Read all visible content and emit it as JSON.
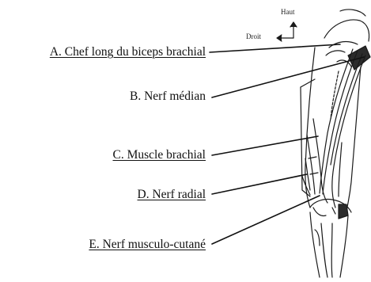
{
  "labels": {
    "a": "A. Chef long du biceps brachial",
    "b": "B. Nerf médian",
    "c": "C. Muscle brachial",
    "d": "D. Nerf radial",
    "e": "E. Nerf musculo-cutané"
  },
  "orientation": {
    "up": "Haut",
    "right": "Droit"
  }
}
